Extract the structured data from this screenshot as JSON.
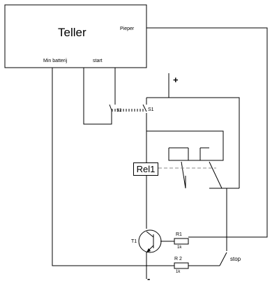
{
  "labels": {
    "device": "Teller",
    "pieper": "Pieper",
    "min_batterij": "Min batterij",
    "start": "start",
    "plus": "+",
    "minus": "-",
    "s2": "S2",
    "s1": "S1",
    "relay": "Rel1",
    "transistor": "T1",
    "r1": "R1",
    "r1_value": "1k",
    "r2": "R 2",
    "r2_value": "1k",
    "stop": "stop"
  },
  "colors": {
    "line": "#000000",
    "dashed_link": "#888888",
    "background": "#ffffff"
  }
}
